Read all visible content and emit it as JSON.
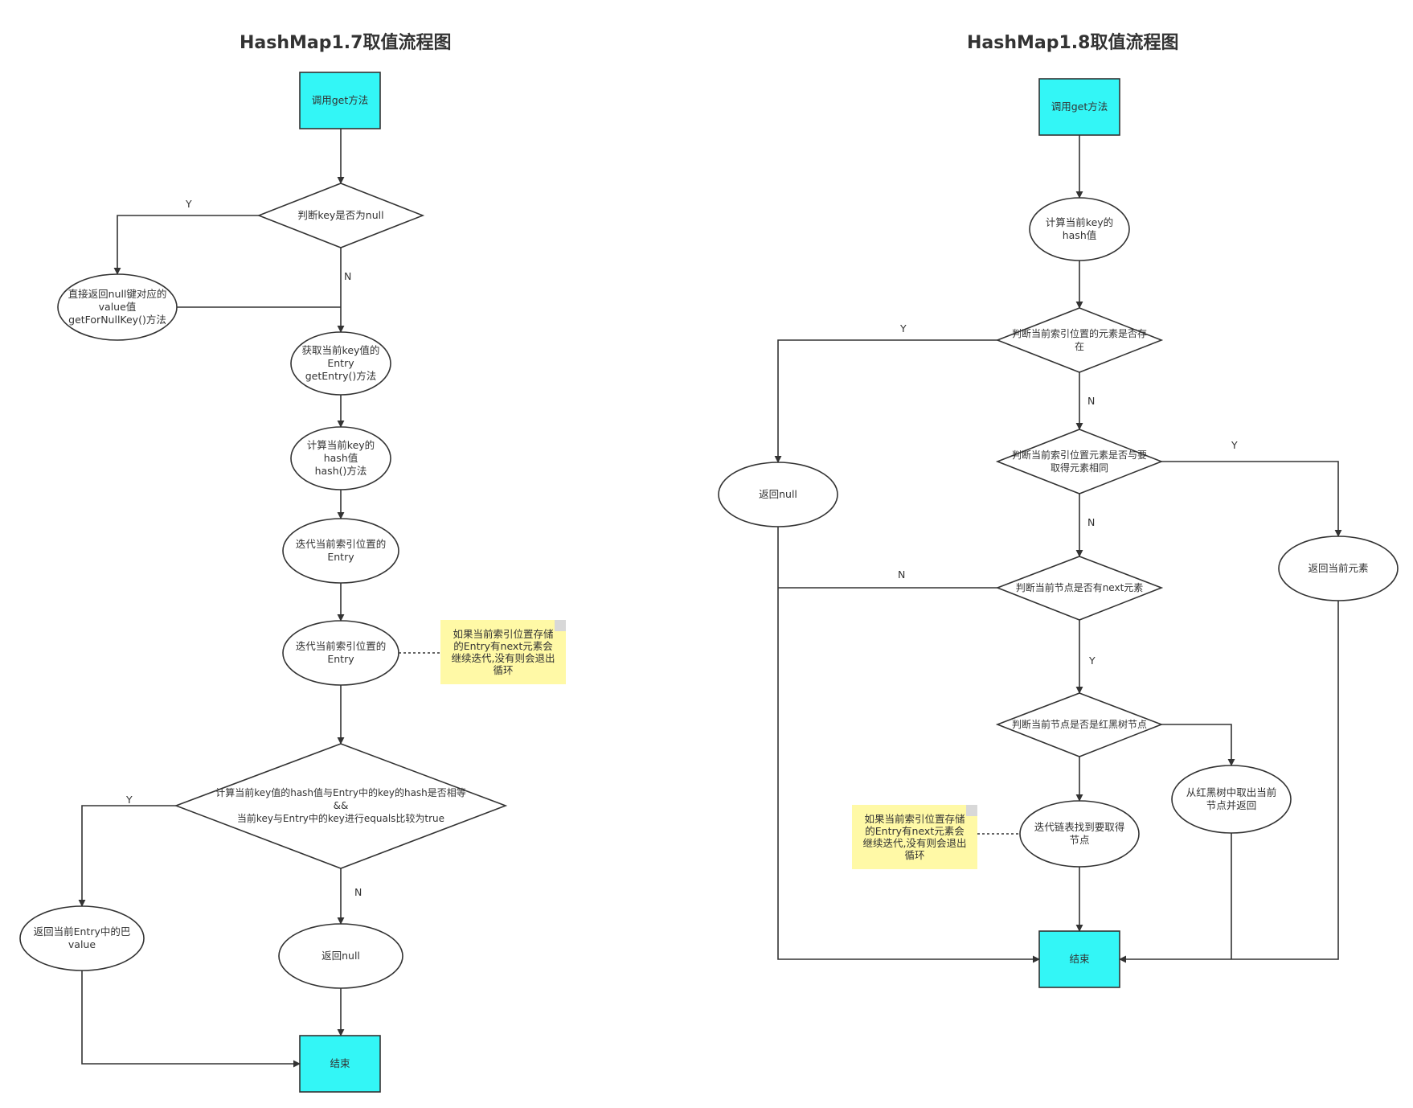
{
  "diagrams": {
    "left": {
      "title": "HashMap1.7取值流程图",
      "start": "调用get方法",
      "check_null": "判断key是否为null",
      "null_value": "直接返回null键对应的\nvalue值\ngetForNullKey()方法",
      "get_entry": "获取当前key值的\nEntry\ngetEntry()方法",
      "calc_hash": "计算当前key的\nhash值\nhash()方法",
      "iterate_1": "迭代当前索引位置的\nEntry",
      "iterate_2": "迭代当前索引位置的\nEntry",
      "note": "如果当前索引位置存储\n的Entry有next元素会\n继续迭代,没有则会退出\n循环",
      "compare": "计算当前key值的hash值与Entry中的key的hash是否相等\n&&\n当前key与Entry中的key进行equals比较为true",
      "return_value": "返回当前Entry中的巴\nvalue",
      "return_null": "返回null",
      "end": "结束",
      "labels": {
        "y1": "Y",
        "n1": "N",
        "y2": "Y",
        "n2": "N"
      }
    },
    "right": {
      "title": "HashMap1.8取值流程图",
      "start": "调用get方法",
      "calc_hash": "计算当前key的\nhash值",
      "check_exists": "判断当前索引位置的元素是否存\n在",
      "check_same": "判断当前索引位置元素是否与要\n取得元素相同",
      "check_next": "判断当前节点是否有next元素",
      "check_tree": "判断当前节点是否是红黑树节点",
      "return_null": "返回null",
      "return_current": "返回当前元素",
      "tree_get": "从红黑树中取出当前\n节点并返回",
      "iterate_list": "迭代链表找到要取得\n节点",
      "note": "如果当前索引位置存储\n的Entry有next元素会\n继续迭代,没有则会退出\n循环",
      "end": "结束",
      "labels": {
        "y1": "Y",
        "n1": "N",
        "y2": "Y",
        "n2": "N",
        "n3": "N",
        "y3": "Y"
      }
    }
  },
  "colors": {
    "terminal_fill": "#33f6f6",
    "note_fill": "#fff9a6",
    "stroke": "#333333"
  }
}
